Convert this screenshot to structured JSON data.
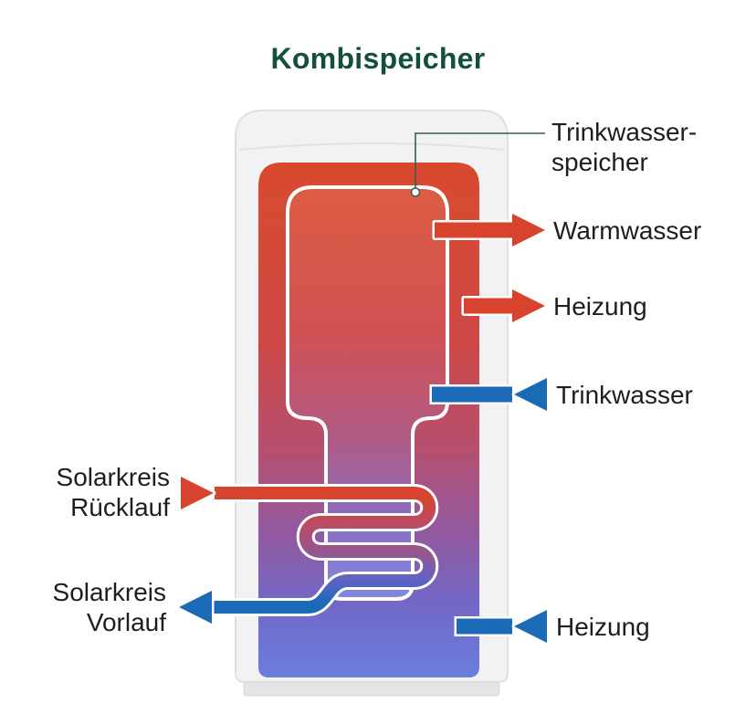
{
  "title": "Kombispeicher",
  "labels": {
    "inner_tank": {
      "line1": "Trinkwasser-",
      "line2": "speicher"
    },
    "warmwasser": "Warmwasser",
    "heizung_top": "Heizung",
    "trinkwasser": "Trinkwasser",
    "solar_ruecklauf": {
      "line1": "Solarkreis",
      "line2": "Rücklauf"
    },
    "solar_vorlauf": {
      "line1": "Solarkreis",
      "line2": "Vorlauf"
    },
    "heizung_bottom": "Heizung"
  },
  "arrows": [
    {
      "label": "Warmwasser",
      "color": "#d8432e",
      "direction": "out-of-tank-right"
    },
    {
      "label": "Heizung",
      "color": "#d8432e",
      "direction": "out-of-tank-right"
    },
    {
      "label": "Trinkwasser",
      "color": "#1a6ab8",
      "direction": "into-tank-left"
    },
    {
      "label": "Solarkreis Rücklauf",
      "color": "#d8432e",
      "direction": "into-tank-right"
    },
    {
      "label": "Solarkreis Vorlauf",
      "color": "#1a6ab8",
      "direction": "out-of-tank-left"
    },
    {
      "label": "Heizung",
      "color": "#1a6ab8",
      "direction": "into-tank-left"
    }
  ],
  "colors": {
    "red": "#d8432e",
    "blue": "#1a6ab8",
    "title_green": "#12503a",
    "indicator_green": "#3c5c4d",
    "gradient_top": "#d8482e",
    "gradient_bottom": "#6b7edd",
    "tank_body": "#f2f2f4",
    "tank_base": "#e4e4e7"
  }
}
